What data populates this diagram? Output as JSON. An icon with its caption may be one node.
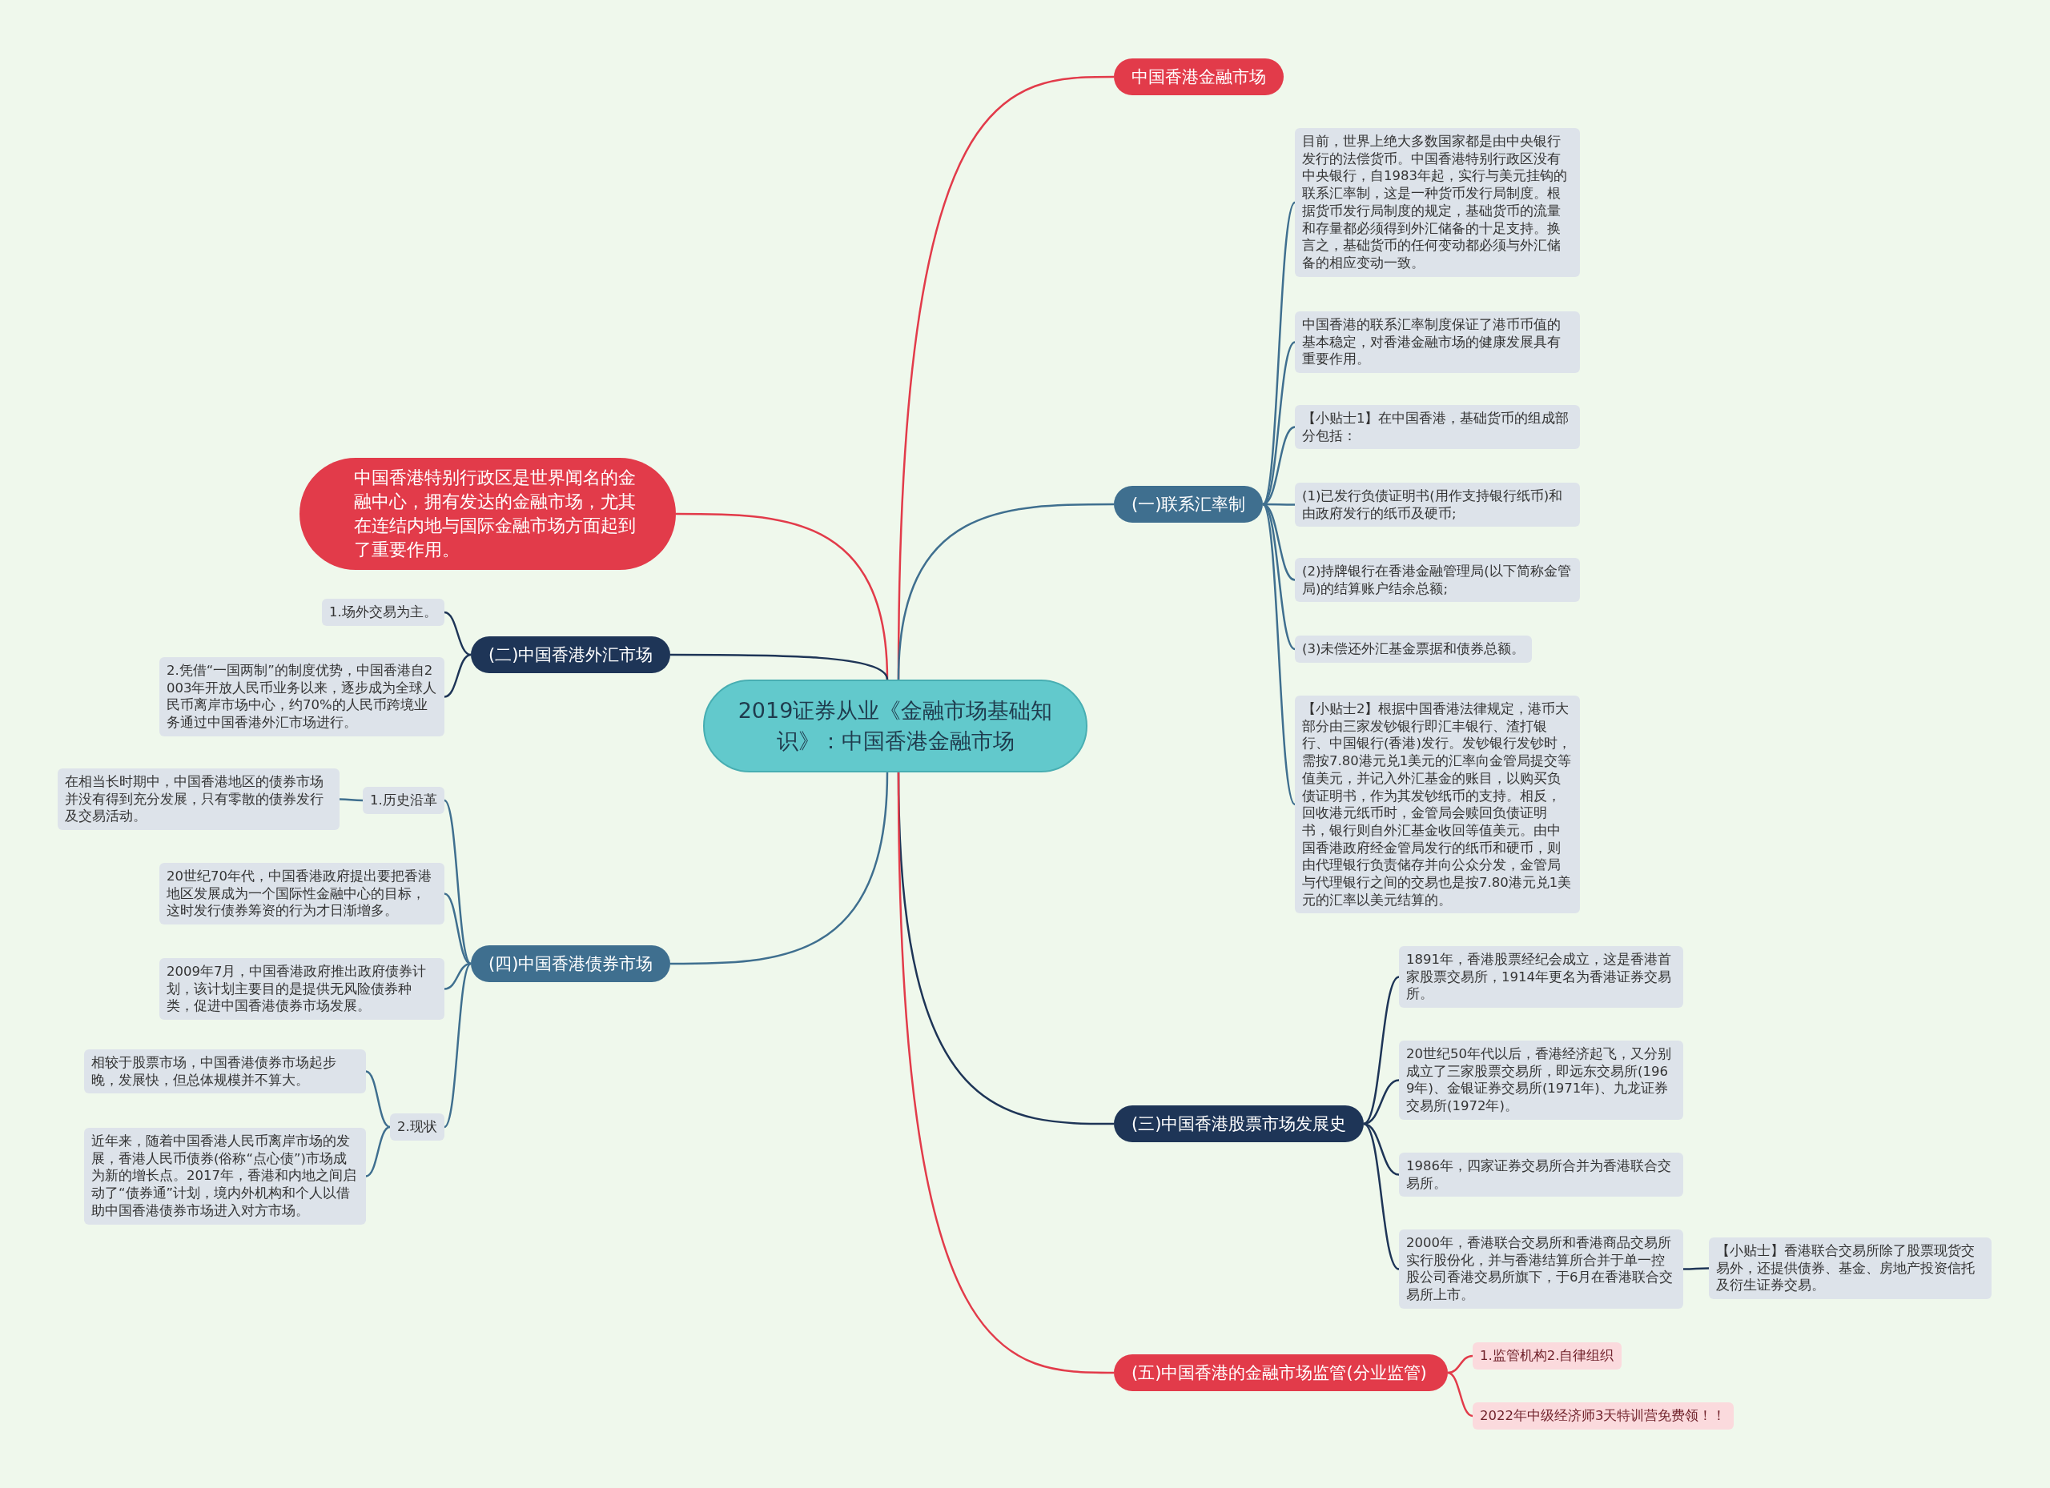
{
  "diagram": {
    "nodes": [
      {
        "text": [
          "2019证券从业《金融市场基础知识》：中国香港金融市场"
        ]
      },
      {
        "text": [
          "中国香港金融市场"
        ]
      },
      {
        "text": [
          "(一)联系汇率制"
        ]
      },
      {
        "text": [
          "目前，世界上绝大多数国家都是由中央银行发行的法偿货币。中国香港特别行政区没有中央银行，自1983年起，实行与美元挂钩的联系汇率制，这是一种货币发行局制度。根据货币发行局制度的规定，基础货币的流量和存量都必须得到外汇储备的十足支持。换言之，基础货币的任何变动都必须与外汇储备的相应变动一致。"
        ]
      },
      {
        "text": [
          "中国香港的联系汇率制度保证了港币币值的基本稳定，对香港金融市场的健康发展具有重要作用。"
        ]
      },
      {
        "text": [
          "【小贴士1】在中国香港，基础货币的组成部分包括："
        ]
      },
      {
        "text": [
          "(1)已发行负债证明书(用作支持银行纸币)和由政府发行的纸币及硬币;"
        ]
      },
      {
        "text": [
          "(2)持牌银行在香港金融管理局(以下简称金管局)的结算账户结余总额;"
        ]
      },
      {
        "text": [
          "(3)未偿还外汇基金票据和债券总额。"
        ]
      },
      {
        "text": [
          "【小贴士2】根据中国香港法律规定，港币大部分由三家发钞银行即汇丰银行、渣打银行、中国银行(香港)发行。发钞银行发钞时，需按7.80港元兑1美元的汇率向金管局提交等值美元，并记入外汇基金的账目，以购买负债证明书，作为其发钞纸币的支持。相反，回收港元纸币时，金管局会赎回负债证明书，银行则自外汇基金收回等值美元。由中国香港政府经金管局发行的纸币和硬币，则由代理银行负责储存并向公众分发，金管局与代理银行之间的交易也是按7.80港元兑1美元的汇率以美元结算的。"
        ]
      },
      {
        "text": [
          "(三)中国香港股票市场发展史"
        ]
      },
      {
        "text": [
          "1891年，香港股票经纪会成立，这是香港首家股票交易所，1914年更名为香港证券交易所。"
        ]
      },
      {
        "text": [
          "20世纪50年代以后，香港经济起飞，又分别成立了三家股票交易所，即远东交易所(1969年)、金银证券交易所(1971年)、九龙证券交易所(1972年)。"
        ]
      },
      {
        "text": [
          "1986年，四家证券交易所合并为香港联合交易所。"
        ]
      },
      {
        "text": [
          "2000年，香港联合交易所和香港商品交易所实行股份化，并与香港结算所合并于单一控股公司香港交易所旗下，于6月在香港联合交易所上市。"
        ]
      },
      {
        "text": [
          "【小贴士】香港联合交易所除了股票现货交易外，还提供债券、基金、房地产投资信托及衍生证券交易。"
        ]
      },
      {
        "text": [
          "(五)中国香港的金融市场监管(分业监管)"
        ]
      },
      {
        "text": [
          "1.监管机构2.自律组织"
        ]
      },
      {
        "text": [
          "2022年中级经济师3天特训营免费领！！"
        ]
      },
      {
        "text": [
          "中国香港特别行政区是世界闻名的金融中心，拥有发达的金融市场，尤其在连结内地与国际金融市场方面起到了重要作用。"
        ]
      },
      {
        "text": [
          "(二)中国香港外汇市场"
        ]
      },
      {
        "text": [
          "1.场外交易为主。"
        ]
      },
      {
        "text": [
          "2.凭借“一国两制”的制度优势，中国香港自2003年开放人民币业务以来，逐步成为全球人民币离岸市场中心，约70%的人民币跨境业务通过中国香港外汇市场进行。"
        ]
      },
      {
        "text": [
          "(四)中国香港债券市场"
        ]
      },
      {
        "text": [
          "1.历史沿革"
        ]
      },
      {
        "text": [
          "在相当长时期中，中国香港地区的债券市场并没有得到充分发展，只有零散的债券发行及交易活动。"
        ]
      },
      {
        "text": [
          "20世纪70年代，中国香港政府提出要把香港地区发展成为一个国际性金融中心的目标，这时发行债券筹资的行为才日渐增多。"
        ]
      },
      {
        "text": [
          "2009年7月，中国香港政府推出政府债券计划，该计划主要目的是提供无风险债券种类，促进中国香港债券市场发展。"
        ]
      },
      {
        "text": [
          "2.现状"
        ]
      },
      {
        "text": [
          "相较于股票市场，中国香港债券市场起步晚，发展快，但总体规模并不算大。"
        ]
      },
      {
        "text": [
          "近年来，随着中国香港人民币离岸市场的发展，香港人民币债券(俗称“点心债”)市场成为新的增长点。2017年，香港和内地之间启动了“债券通”计划，境内外机构和个人以借助中国香港债券市场进入对方市场。"
        ]
      }
    ],
    "edges": [
      {
        "from": 0,
        "to": 1,
        "arrow": "none",
        "color": "#e23b4a"
      },
      {
        "from": 0,
        "to": 2,
        "arrow": "none"
      },
      {
        "from": 2,
        "to": 3,
        "arrow": "none"
      },
      {
        "from": 2,
        "to": 4,
        "arrow": "none"
      },
      {
        "from": 2,
        "to": 5,
        "arrow": "none"
      },
      {
        "from": 2,
        "to": 6,
        "arrow": "none"
      },
      {
        "from": 2,
        "to": 7,
        "arrow": "none"
      },
      {
        "from": 2,
        "to": 8,
        "arrow": "none"
      },
      {
        "from": 2,
        "to": 9,
        "arrow": "none"
      },
      {
        "from": 0,
        "to": 10,
        "arrow": "none",
        "color": "#1e3557"
      },
      {
        "from": 10,
        "to": 11,
        "arrow": "none",
        "color": "#1e3557"
      },
      {
        "from": 10,
        "to": 12,
        "arrow": "none",
        "color": "#1e3557"
      },
      {
        "from": 10,
        "to": 13,
        "arrow": "none",
        "color": "#1e3557"
      },
      {
        "from": 10,
        "to": 14,
        "arrow": "none",
        "color": "#1e3557"
      },
      {
        "from": 14,
        "to": 15,
        "arrow": "none",
        "color": "#1e3557"
      },
      {
        "from": 0,
        "to": 16,
        "arrow": "none",
        "color": "#e23b4a"
      },
      {
        "from": 16,
        "to": 17,
        "arrow": "none",
        "color": "#e23b4a"
      },
      {
        "from": 16,
        "to": 18,
        "arrow": "none",
        "color": "#e23b4a"
      },
      {
        "from": 0,
        "to": 19,
        "arrow": "none",
        "color": "#e23b4a"
      },
      {
        "from": 0,
        "to": 20,
        "arrow": "none",
        "color": "#1e3557"
      },
      {
        "from": 20,
        "to": 21,
        "arrow": "none",
        "color": "#1e3557"
      },
      {
        "from": 20,
        "to": 22,
        "arrow": "none",
        "color": "#1e3557"
      },
      {
        "from": 0,
        "to": 23,
        "arrow": "none"
      },
      {
        "from": 23,
        "to": 24,
        "arrow": "none"
      },
      {
        "from": 24,
        "to": 25,
        "arrow": "none"
      },
      {
        "from": 23,
        "to": 26,
        "arrow": "none"
      },
      {
        "from": 23,
        "to": 27,
        "arrow": "none"
      },
      {
        "from": 23,
        "to": 28,
        "arrow": "none"
      },
      {
        "from": 28,
        "to": 29,
        "arrow": "none"
      },
      {
        "from": 28,
        "to": 30,
        "arrow": "none"
      }
    ]
  }
}
